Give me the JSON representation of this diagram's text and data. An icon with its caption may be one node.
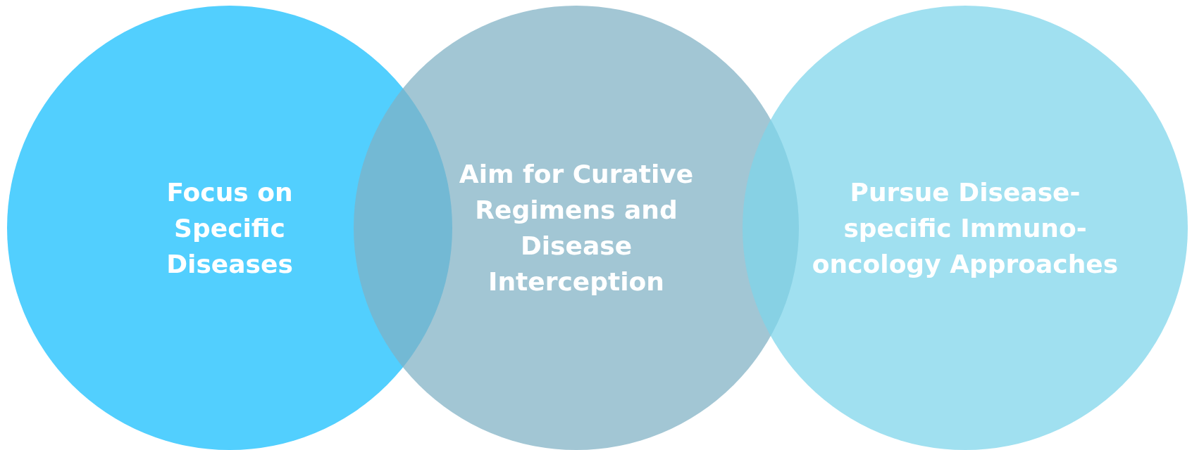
{
  "diagram": {
    "nodes": [
      {
        "text": [
          "Focus on Specific Diseases"
        ]
      },
      {
        "text": [
          "Aim for Curative Regimens and Disease Interception"
        ]
      },
      {
        "text": [
          "Pursue Disease-specific Immuno-oncology Approaches"
        ]
      }
    ]
  }
}
